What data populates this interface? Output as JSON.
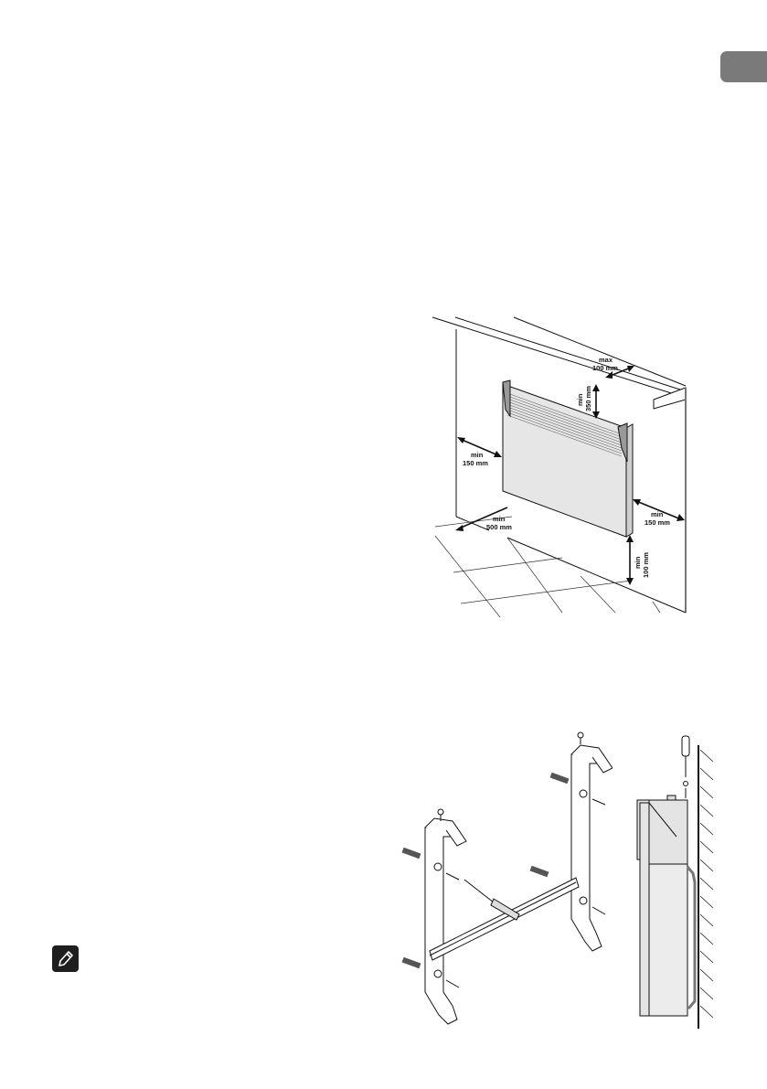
{
  "page": {
    "tab": {
      "color": "#7a7a7a"
    },
    "note_icon": {
      "icon": "pencil-icon",
      "bg": "#1e1e1e"
    }
  },
  "figure_clearances": {
    "labels": {
      "ceiling_max": [
        "max",
        "100 mm"
      ],
      "top_min": [
        "min",
        "350 mm"
      ],
      "left_min": [
        "min",
        "150 mm"
      ],
      "right_min": [
        "min",
        "150 mm"
      ],
      "front_min": [
        "min",
        "500 mm"
      ],
      "floor_min": [
        "min",
        "100 mm"
      ]
    }
  },
  "figure_mounting": {
    "parts": [
      "bracket-left",
      "bracket-right",
      "cross-bar",
      "wall-plug",
      "screw",
      "screwdriver"
    ],
    "side_view": [
      "heater-side-profile",
      "wall",
      "screw",
      "screwdriver"
    ]
  }
}
